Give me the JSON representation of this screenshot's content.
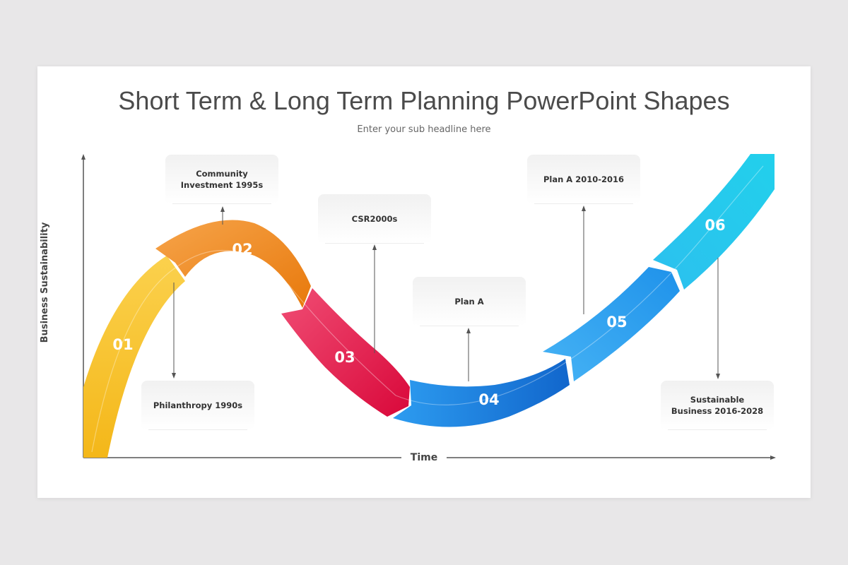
{
  "title": "Short Term & Long Term Planning PowerPoint Shapes",
  "subtitle": "Enter your sub headline here",
  "axes": {
    "x_label": "Time",
    "y_label": "Business Sustainability"
  },
  "stages": [
    {
      "number": "01",
      "label": "Philanthropy 1990s",
      "color": "#f6c02f"
    },
    {
      "number": "02",
      "label": "Community Investment 1995s",
      "color": "#f0861c"
    },
    {
      "number": "03",
      "label": "CSR2000s",
      "color": "#e9244f"
    },
    {
      "number": "04",
      "label": "Plan A",
      "color": "#1d7fe0"
    },
    {
      "number": "05",
      "label": "Plan A 2010-2016",
      "color": "#2ea5ef"
    },
    {
      "number": "06",
      "label": "Sustainable Business 2016-2028",
      "color": "#26c7ea"
    }
  ],
  "colors": {
    "background": "#e8e7e8",
    "slide": "#ffffff",
    "title_text": "#4b4b4b",
    "axis": "#555555"
  }
}
